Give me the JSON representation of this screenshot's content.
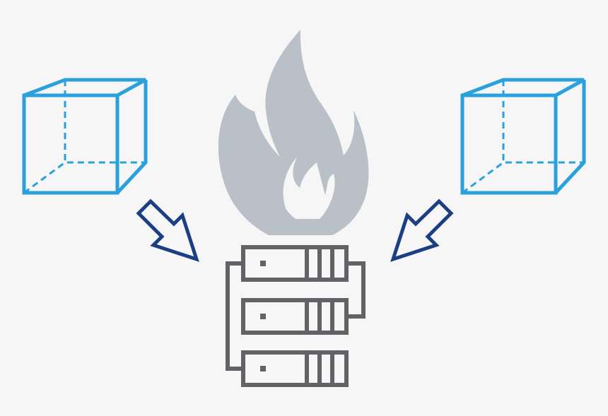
{
  "diagram": {
    "elements": {
      "left_cube": {
        "icon": "cube-wireframe-icon",
        "role": "input"
      },
      "right_cube": {
        "icon": "cube-wireframe-icon",
        "role": "input"
      },
      "flame": {
        "icon": "flame-icon"
      },
      "server_stack": {
        "icon": "server-rack-icon",
        "units": 3
      },
      "left_arrow": {
        "icon": "arrow-down-right-icon",
        "from": "left_cube",
        "to": "server_stack"
      },
      "right_arrow": {
        "icon": "arrow-down-left-icon",
        "from": "right_cube",
        "to": "server_stack"
      }
    },
    "colors": {
      "background": "#f6f6f6",
      "cube": "#2aa0dc",
      "arrow": "#1c3f84",
      "flame": "#b9c0c7",
      "server": "#616366"
    }
  }
}
